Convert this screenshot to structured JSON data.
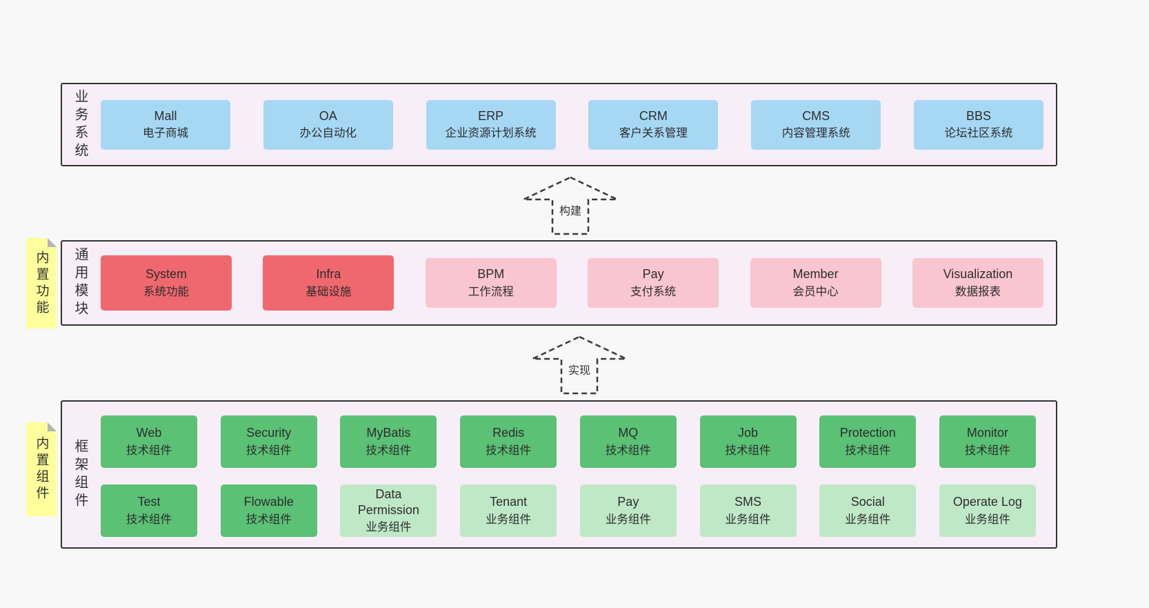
{
  "bands": {
    "business": {
      "side_label": "业务系统",
      "boxes": [
        {
          "title": "Mall",
          "subtitle": "电子商城"
        },
        {
          "title": "OA",
          "subtitle": "办公自动化"
        },
        {
          "title": "ERP",
          "subtitle": "企业资源计划系统"
        },
        {
          "title": "CRM",
          "subtitle": "客户关系管理"
        },
        {
          "title": "CMS",
          "subtitle": "内容管理系统"
        },
        {
          "title": "BBS",
          "subtitle": "论坛社区系统"
        }
      ]
    },
    "modules": {
      "side_label": "通用模块",
      "sticky_label": "内置功能",
      "boxes": [
        {
          "title": "System",
          "subtitle": "系统功能",
          "variant": "red"
        },
        {
          "title": "Infra",
          "subtitle": "基础设施",
          "variant": "red"
        },
        {
          "title": "BPM",
          "subtitle": "工作流程",
          "variant": "pink"
        },
        {
          "title": "Pay",
          "subtitle": "支付系统",
          "variant": "pink"
        },
        {
          "title": "Member",
          "subtitle": "会员中心",
          "variant": "pink"
        },
        {
          "title": "Visualization",
          "subtitle": "数据报表",
          "variant": "pink"
        }
      ]
    },
    "components": {
      "side_label": "框架组件",
      "sticky_label": "内置组件",
      "row1": [
        {
          "title": "Web",
          "subtitle": "技术组件",
          "variant": "green-dark"
        },
        {
          "title": "Security",
          "subtitle": "技术组件",
          "variant": "green-dark"
        },
        {
          "title": "MyBatis",
          "subtitle": "技术组件",
          "variant": "green-dark"
        },
        {
          "title": "Redis",
          "subtitle": "技术组件",
          "variant": "green-dark"
        },
        {
          "title": "MQ",
          "subtitle": "技术组件",
          "variant": "green-dark"
        },
        {
          "title": "Job",
          "subtitle": "技术组件",
          "variant": "green-dark"
        },
        {
          "title": "Protection",
          "subtitle": "技术组件",
          "variant": "green-dark"
        },
        {
          "title": "Monitor",
          "subtitle": "技术组件",
          "variant": "green-dark"
        }
      ],
      "row2": [
        {
          "title": "Test",
          "subtitle": "技术组件",
          "variant": "green-dark"
        },
        {
          "title": "Flowable",
          "subtitle": "技术组件",
          "variant": "green-dark"
        },
        {
          "title": "Data Permission",
          "subtitle": "业务组件",
          "variant": "green-light"
        },
        {
          "title": "Tenant",
          "subtitle": "业务组件",
          "variant": "green-light"
        },
        {
          "title": "Pay",
          "subtitle": "业务组件",
          "variant": "green-light"
        },
        {
          "title": "SMS",
          "subtitle": "业务组件",
          "variant": "green-light"
        },
        {
          "title": "Social",
          "subtitle": "业务组件",
          "variant": "green-light"
        },
        {
          "title": "Operate Log",
          "subtitle": "业务组件",
          "variant": "green-light"
        }
      ]
    }
  },
  "arrows": {
    "build": {
      "label": "构建"
    },
    "implement": {
      "label": "实现"
    }
  },
  "colors": {
    "page_bg": "#f8f8f8",
    "band_bg": "#f8eef7",
    "band_border": "#333333",
    "blue": "#a6d8f4",
    "red": "#ef686d",
    "pink": "#f9c5cf",
    "green_dark": "#5bc175",
    "green_light": "#bfe8c7",
    "sticky_yellow": "#feff9c"
  }
}
